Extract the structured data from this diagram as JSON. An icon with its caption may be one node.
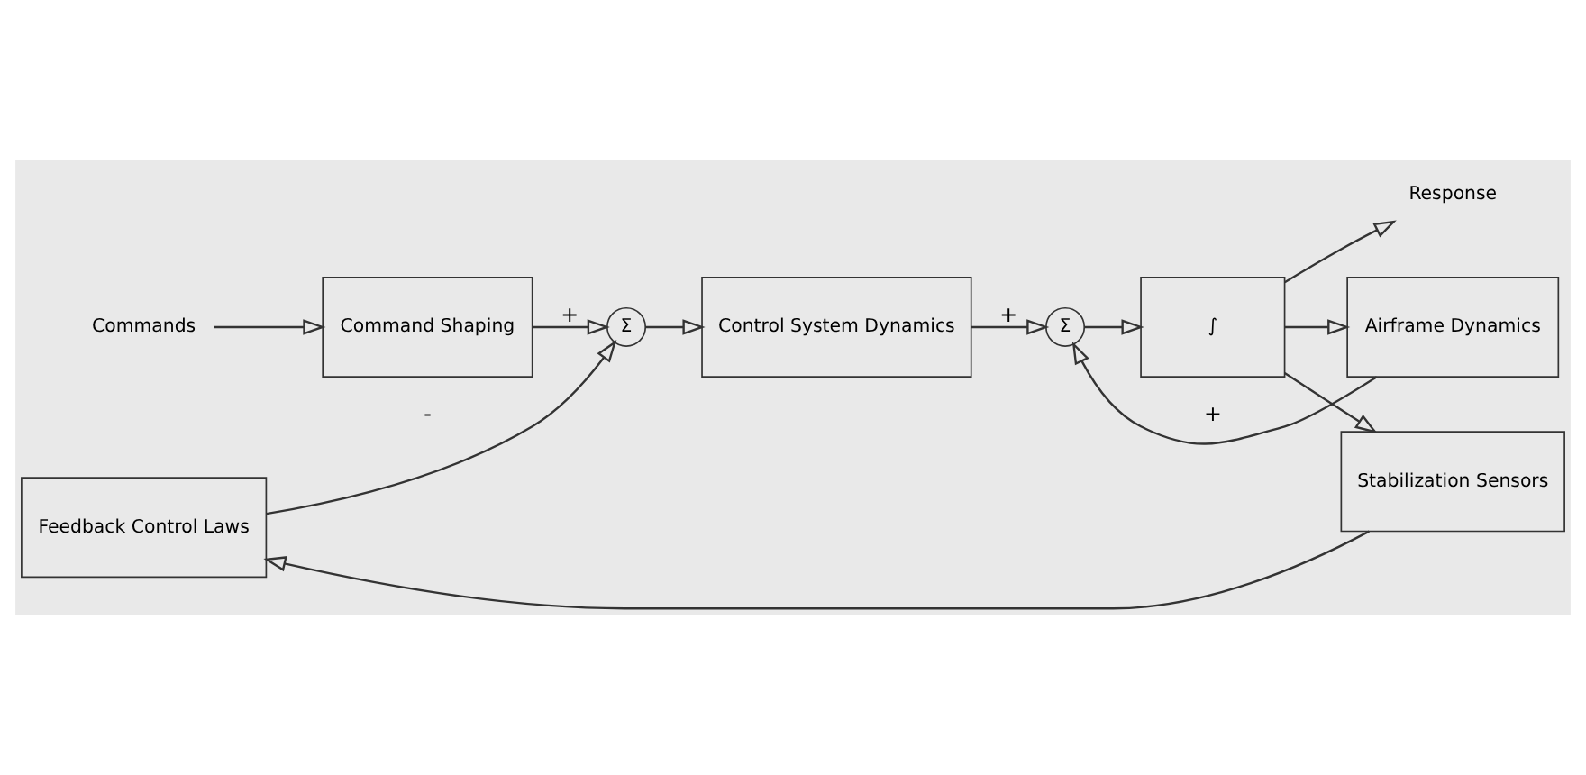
{
  "diagram": {
    "nodes": [
      {
        "text": [
          "Commands"
        ]
      },
      {
        "text": [
          "Command Shaping"
        ]
      },
      {
        "text": [
          "Σ"
        ]
      },
      {
        "text": [
          "Control System Dynamics"
        ]
      },
      {
        "text": [
          "Σ"
        ]
      },
      {
        "text": [
          "∫"
        ]
      },
      {
        "text": [
          "Response"
        ]
      },
      {
        "text": [
          "Airframe Dynamics"
        ]
      },
      {
        "text": [
          "Feedback Control Laws"
        ]
      },
      {
        "text": [
          "Stabilization Sensors"
        ]
      }
    ],
    "edges": [
      {
        "from": 0,
        "to": 1,
        "arrow": "to"
      },
      {
        "from": 1,
        "to": 2,
        "arrow": "to",
        "label": "+"
      },
      {
        "from": 2,
        "to": 3,
        "arrow": "to"
      },
      {
        "from": 3,
        "to": 4,
        "arrow": "to",
        "label": "+"
      },
      {
        "from": 4,
        "to": 5,
        "arrow": "to"
      },
      {
        "from": 5,
        "to": 6,
        "arrow": "to"
      },
      {
        "from": 5,
        "to": 7,
        "arrow": "to"
      },
      {
        "from": 5,
        "to": 9,
        "arrow": "to"
      },
      {
        "from": 7,
        "to": 4,
        "arrow": "to",
        "label": "+"
      },
      {
        "from": 9,
        "to": 8,
        "arrow": "to"
      },
      {
        "from": 8,
        "to": 2,
        "arrow": "to",
        "label": "-"
      }
    ]
  }
}
